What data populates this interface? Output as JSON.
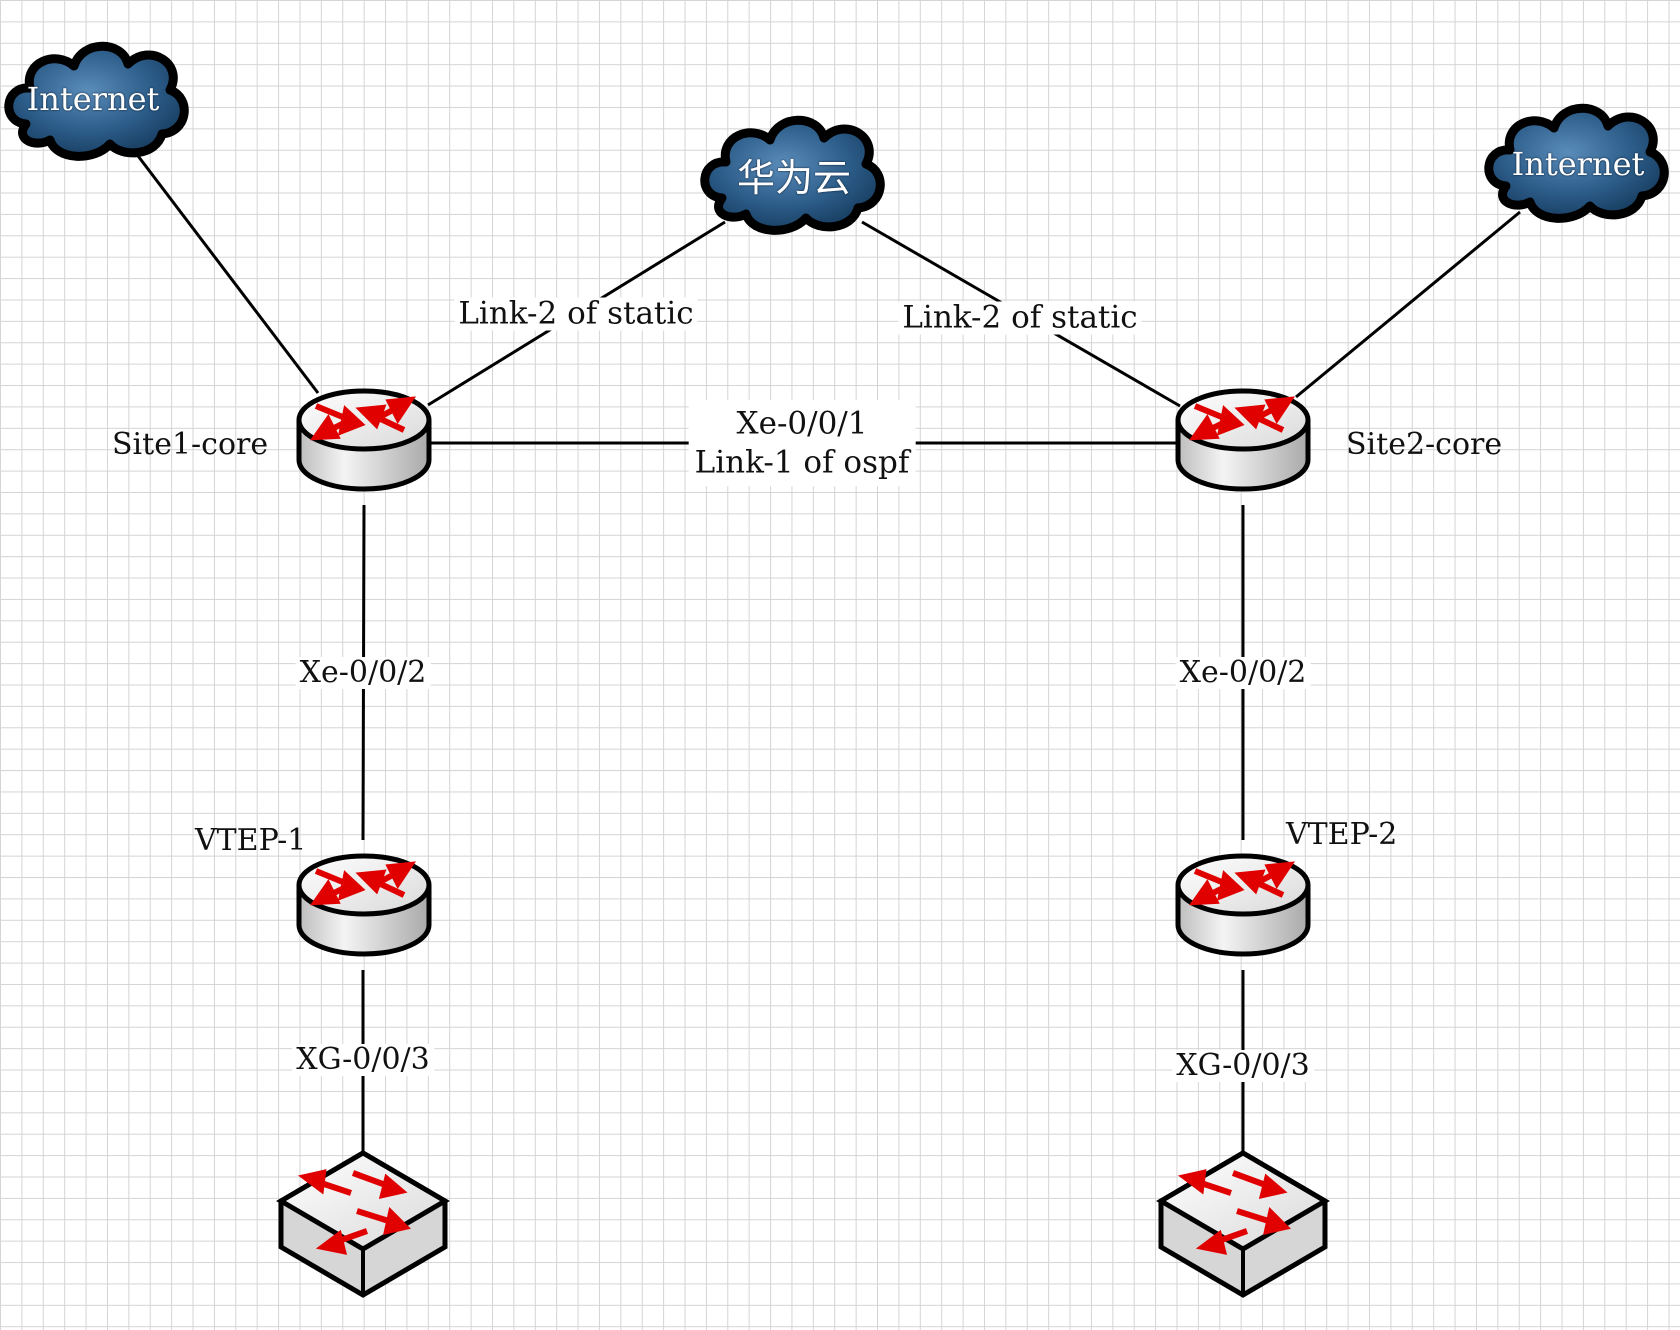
{
  "nodes": {
    "internet_left": {
      "label": "Internet",
      "kind": "cloud"
    },
    "huawei_cloud": {
      "label": "华为云",
      "kind": "cloud"
    },
    "internet_right": {
      "label": "Internet",
      "kind": "cloud"
    },
    "site1_core": {
      "label": "Site1-core",
      "kind": "router"
    },
    "site2_core": {
      "label": "Site2-core",
      "kind": "router"
    },
    "vtep1": {
      "label": "VTEP-1",
      "kind": "router"
    },
    "vtep2": {
      "label": "VTEP-2",
      "kind": "router"
    },
    "switch_left": {
      "label": "",
      "kind": "switch"
    },
    "switch_right": {
      "label": "",
      "kind": "switch"
    }
  },
  "links": {
    "left_static": {
      "label": "Link-2 of static"
    },
    "right_static": {
      "label": "Link-2 of static"
    },
    "core_interconnect": {
      "port": "Xe-0/0/1",
      "label": "Link-1 of ospf"
    },
    "site1_to_vtep1": {
      "port": "Xe-0/0/2"
    },
    "site2_to_vtep2": {
      "port": "Xe-0/0/2"
    },
    "vtep1_to_switch": {
      "port": "XG-0/0/3"
    },
    "vtep2_to_switch": {
      "port": "XG-0/0/3"
    }
  },
  "colors": {
    "line": "#000000",
    "cloud_fill": "#2a5a86",
    "cloud_outline": "#000000",
    "device_body": "#e8e8e8",
    "arrow": "#e00000",
    "grid": "#d4d4d4"
  },
  "icons": {
    "cloud": "cloud-icon",
    "router": "router-icon",
    "switch": "switch-icon"
  }
}
